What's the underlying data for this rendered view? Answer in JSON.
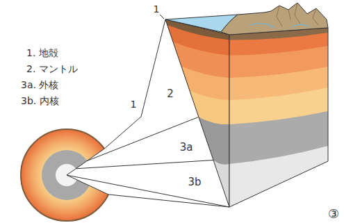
{
  "diagram": {
    "labels": [
      "1. 地殻",
      "2. マントル",
      "3a. 外核",
      "3b. 内核",
      "1",
      "2",
      "3a",
      "3b",
      "1",
      "③"
    ]
  }
}
